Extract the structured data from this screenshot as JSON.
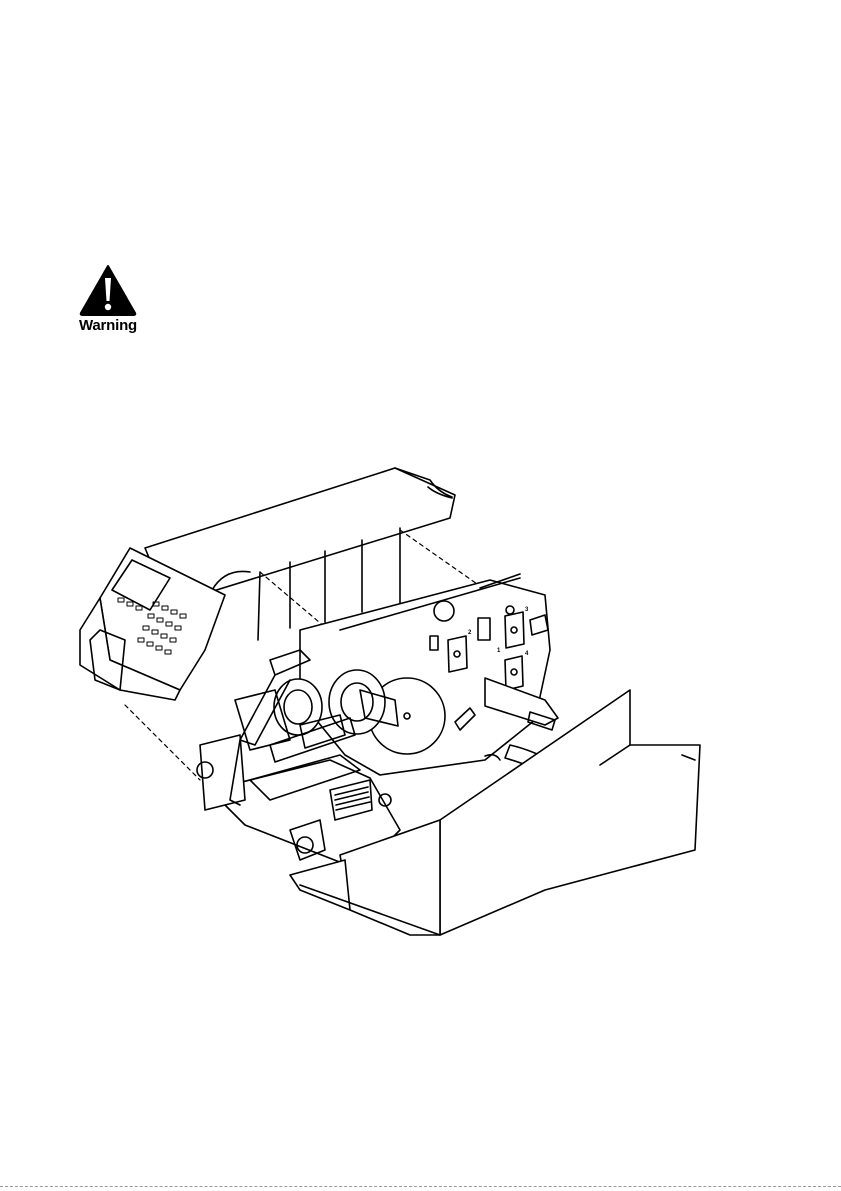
{
  "warning": {
    "icon": "warning-triangle-icon",
    "label": "Warning"
  },
  "illustration": {
    "icon": "printer-exploded-view-icon",
    "panel_numbers": [
      "1",
      "2",
      "3",
      "4"
    ]
  }
}
